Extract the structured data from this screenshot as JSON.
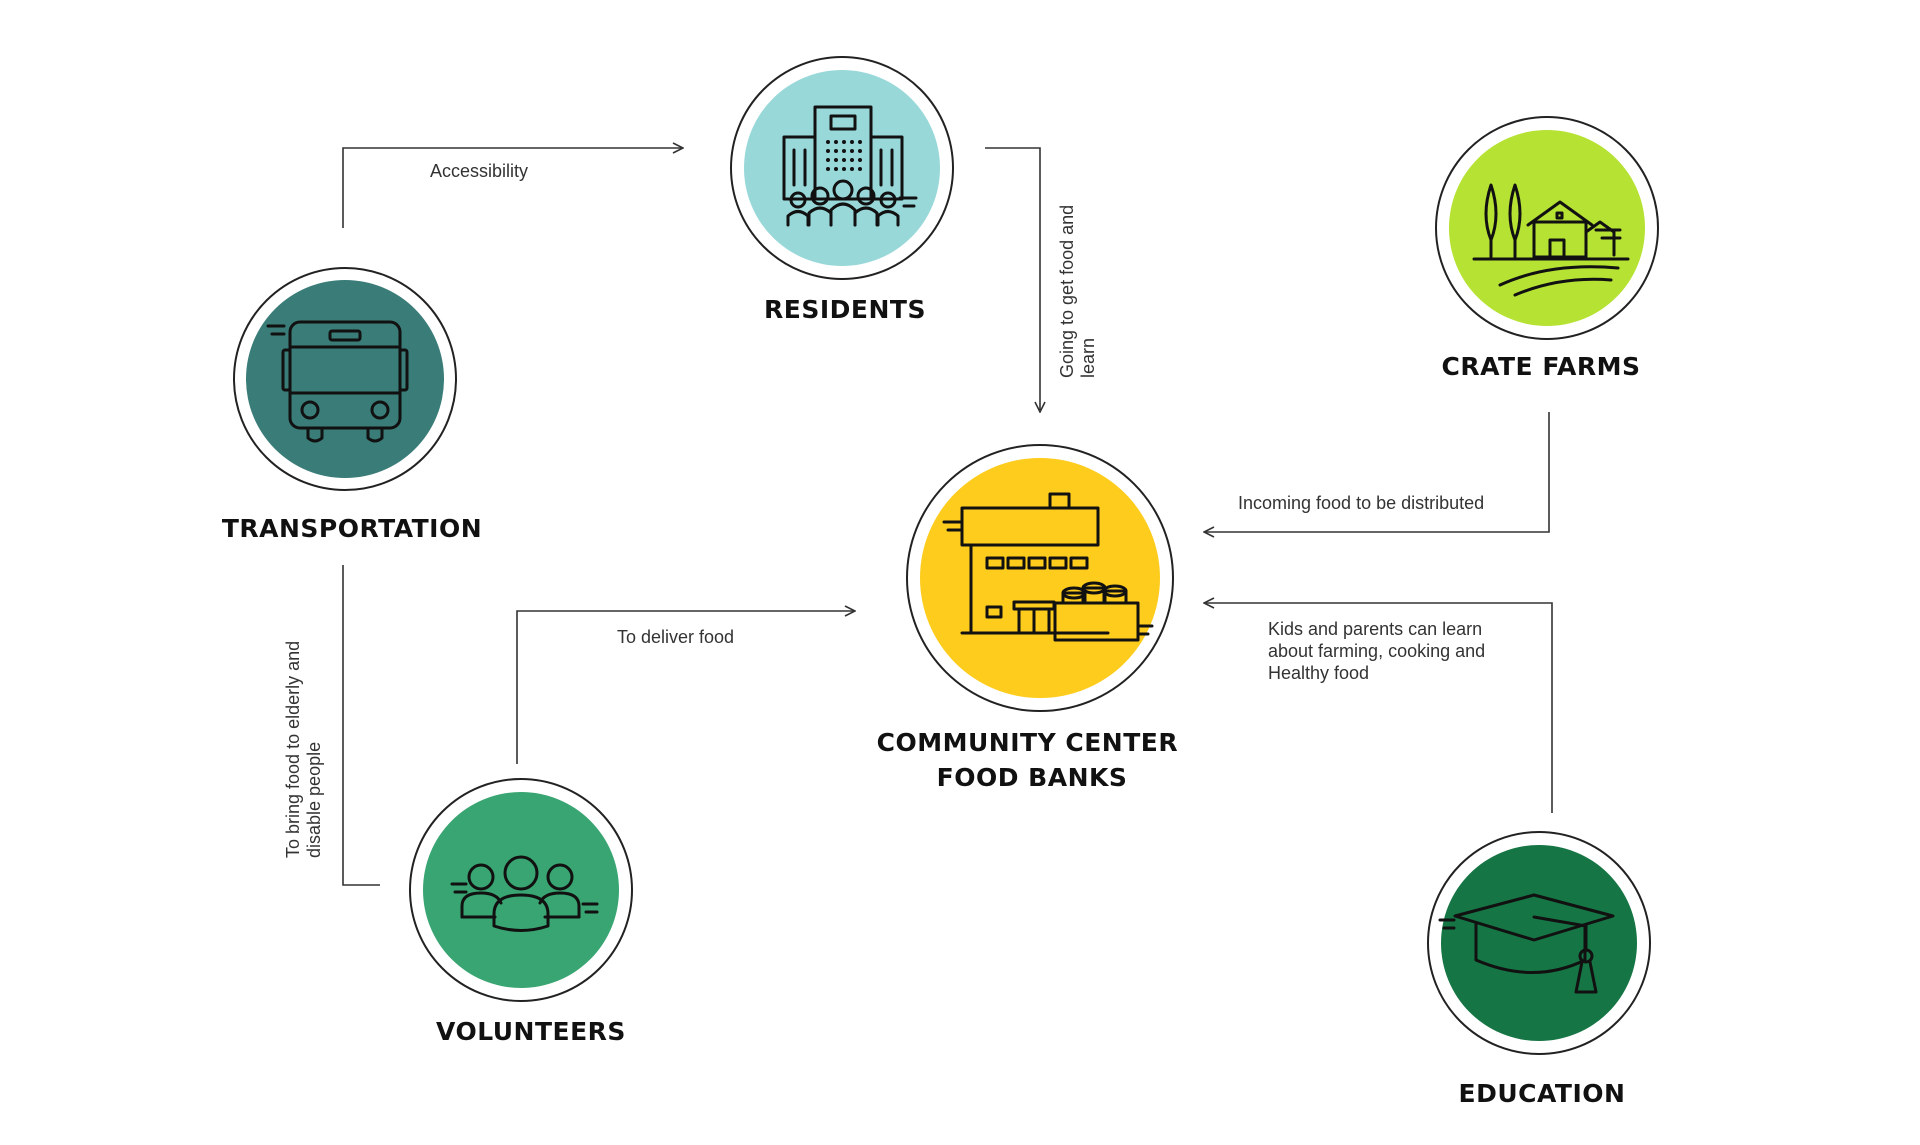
{
  "nodes": {
    "residents": {
      "title": "RESIDENTS",
      "color": "#99d8d9",
      "icon": "apartment-building-icon"
    },
    "transportation": {
      "title": "TRANSPORTATION",
      "color": "#3a7c78",
      "icon": "bus-icon"
    },
    "volunteers": {
      "title": "VOLUNTEERS",
      "color": "#39a572",
      "icon": "people-group-icon"
    },
    "community_center": {
      "title_line1": "COMMUNITY CENTER",
      "title_line2": "FOOD BANKS",
      "color": "#fdcc1d",
      "icon": "food-bank-building-icon"
    },
    "crate_farms": {
      "title": "CRATE FARMS",
      "color": "#b6e233",
      "icon": "farm-icon"
    },
    "education": {
      "title": "EDUCATION",
      "color": "#167545",
      "icon": "graduation-cap-icon"
    }
  },
  "edges": {
    "accessibility": "Accessibility",
    "going_line1": "Going to get food and",
    "going_line2": "learn",
    "bring_line1": "To bring food to elderly and",
    "bring_line2": "disable people",
    "deliver": "To deliver food",
    "incoming": "Incoming food to be distributed",
    "kids_line1": "Kids and parents can learn",
    "kids_line2": "about farming, cooking and",
    "kids_line3": "Healthy food"
  }
}
